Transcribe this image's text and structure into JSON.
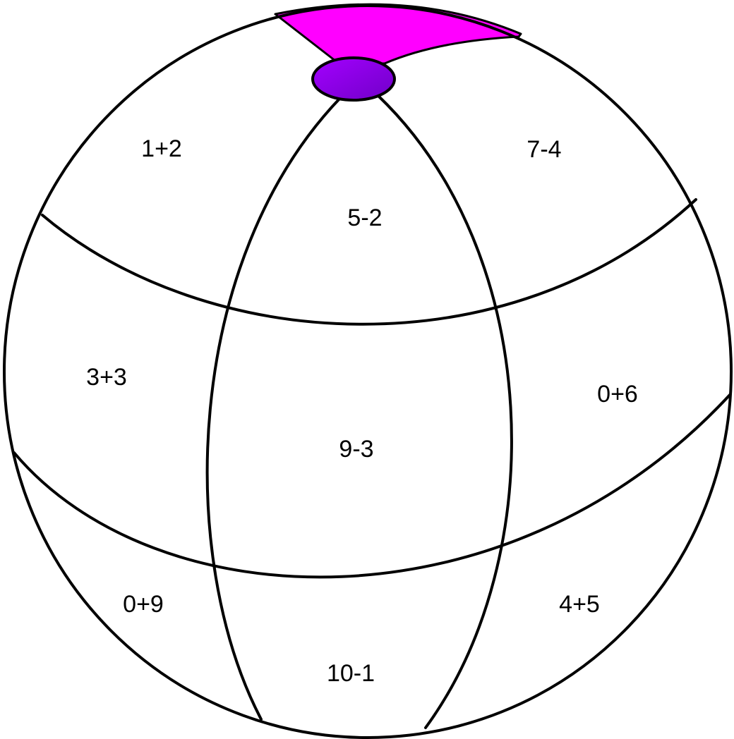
{
  "colors": {
    "background": "#ffffff",
    "outline": "#000000",
    "top_patch": "#ff00ff",
    "knob_light": "#a400ff",
    "knob_dark": "#7000c8"
  },
  "cells": [
    {
      "id": "top-left",
      "label": "1+2"
    },
    {
      "id": "top-center",
      "label": "5-2"
    },
    {
      "id": "top-right",
      "label": "7-4"
    },
    {
      "id": "middle-left",
      "label": "3+3"
    },
    {
      "id": "middle-center",
      "label": "9-3"
    },
    {
      "id": "middle-right",
      "label": "0+6"
    },
    {
      "id": "bottom-left",
      "label": "0+9"
    },
    {
      "id": "bottom-center",
      "label": "10-1"
    },
    {
      "id": "bottom-right",
      "label": "4+5"
    }
  ]
}
